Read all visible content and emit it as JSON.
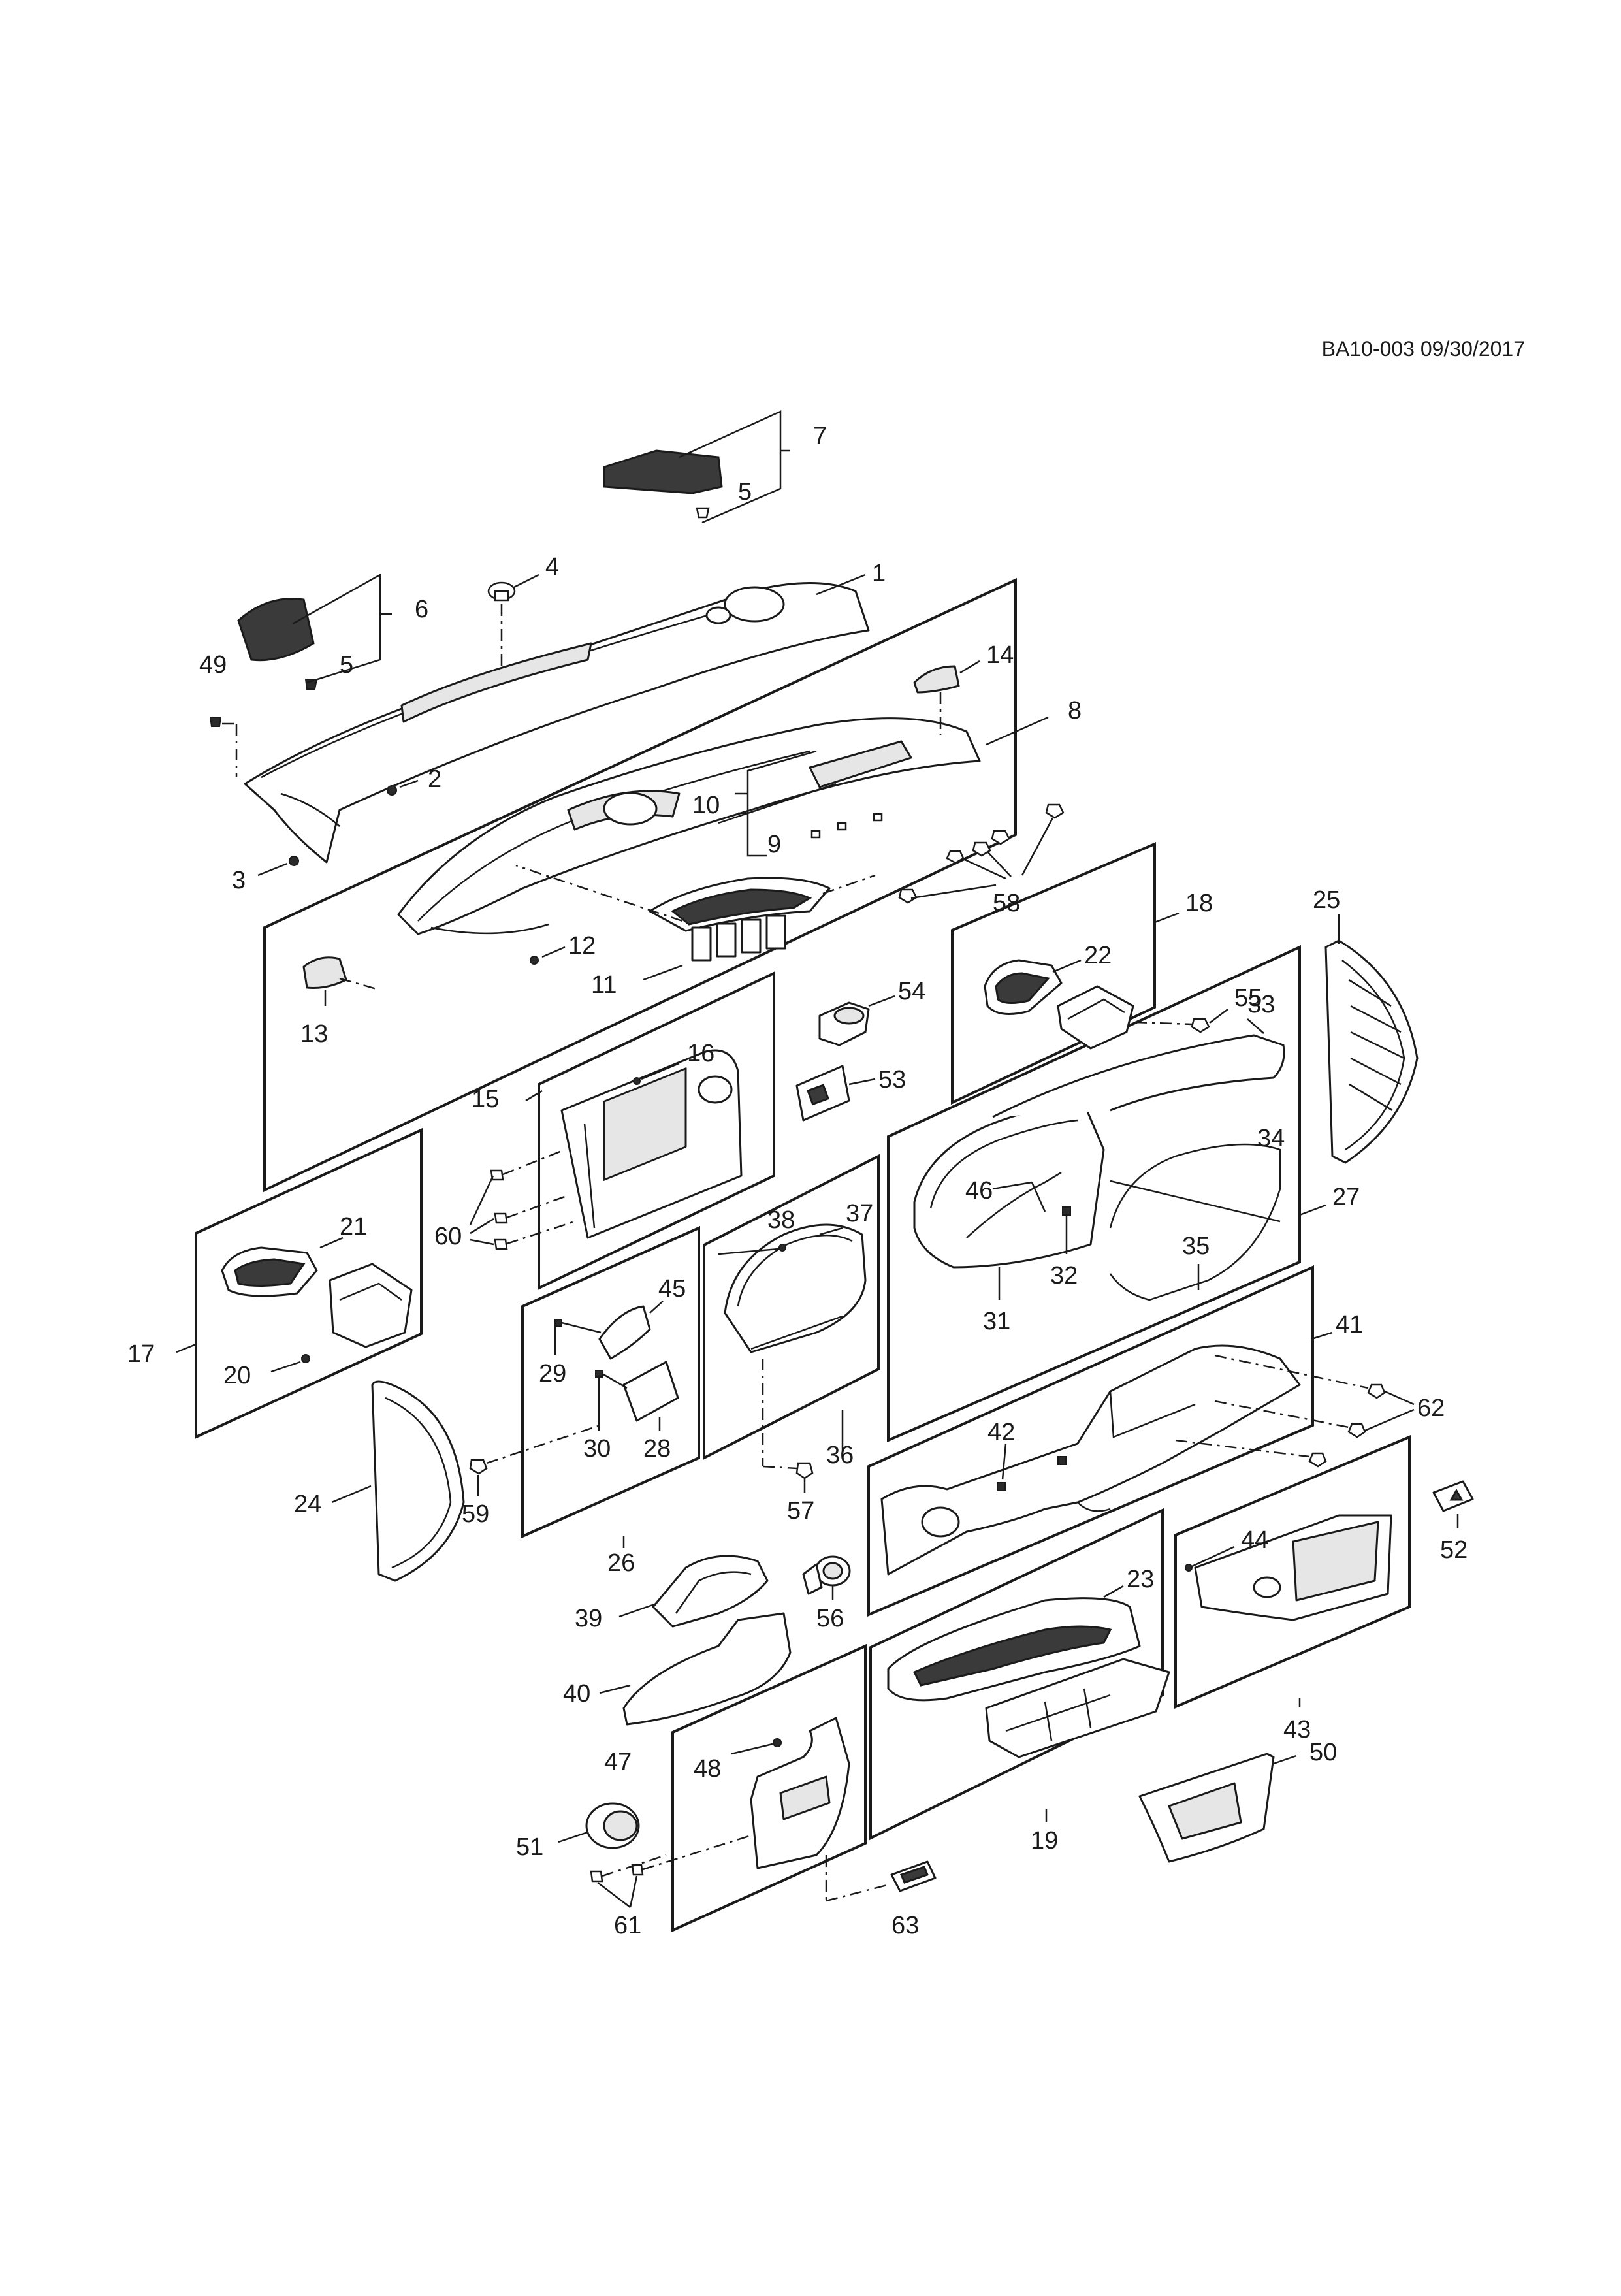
{
  "drawing_code": "BA10-003 09/30/2017",
  "callouts": [
    "1",
    "2",
    "3",
    "4",
    "5",
    "5",
    "6",
    "7",
    "8",
    "9",
    "10",
    "11",
    "12",
    "13",
    "14",
    "15",
    "16",
    "17",
    "18",
    "19",
    "20",
    "21",
    "22",
    "23",
    "24",
    "25",
    "26",
    "27",
    "28",
    "29",
    "30",
    "31",
    "32",
    "33",
    "34",
    "35",
    "36",
    "37",
    "38",
    "39",
    "40",
    "41",
    "42",
    "43",
    "44",
    "45",
    "46",
    "47",
    "48",
    "49",
    "50",
    "51",
    "52",
    "53",
    "54",
    "55",
    "56",
    "57",
    "58",
    "59",
    "60",
    "61",
    "62",
    "63"
  ],
  "colors": {
    "line": "#1a1a1a",
    "fill_dark": "#3a3a3a",
    "fill_light": "#e6e6e6",
    "background": "#ffffff"
  }
}
